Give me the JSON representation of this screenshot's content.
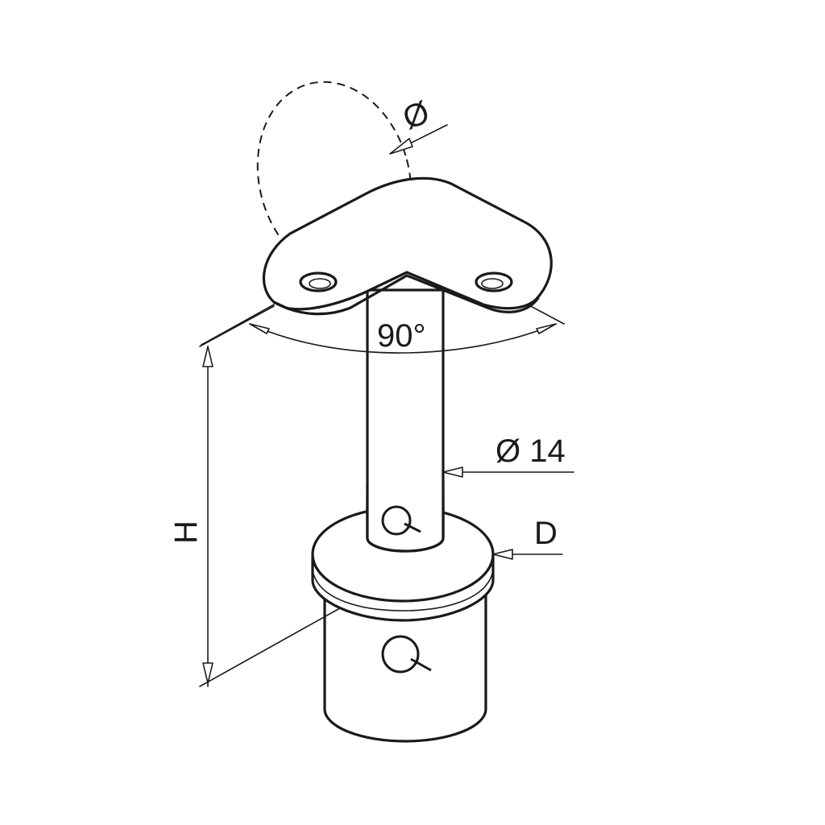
{
  "dimensions": {
    "angle_label": "90°",
    "tube_diameter_label": "Ø 14",
    "saddle_diameter_label": "Ø",
    "base_diameter_label": "D",
    "height_label": "H"
  },
  "colors": {
    "line": "#1a1a1a",
    "background": "#ffffff"
  },
  "icons": {
    "brand_mark": "q-logo-icon"
  }
}
